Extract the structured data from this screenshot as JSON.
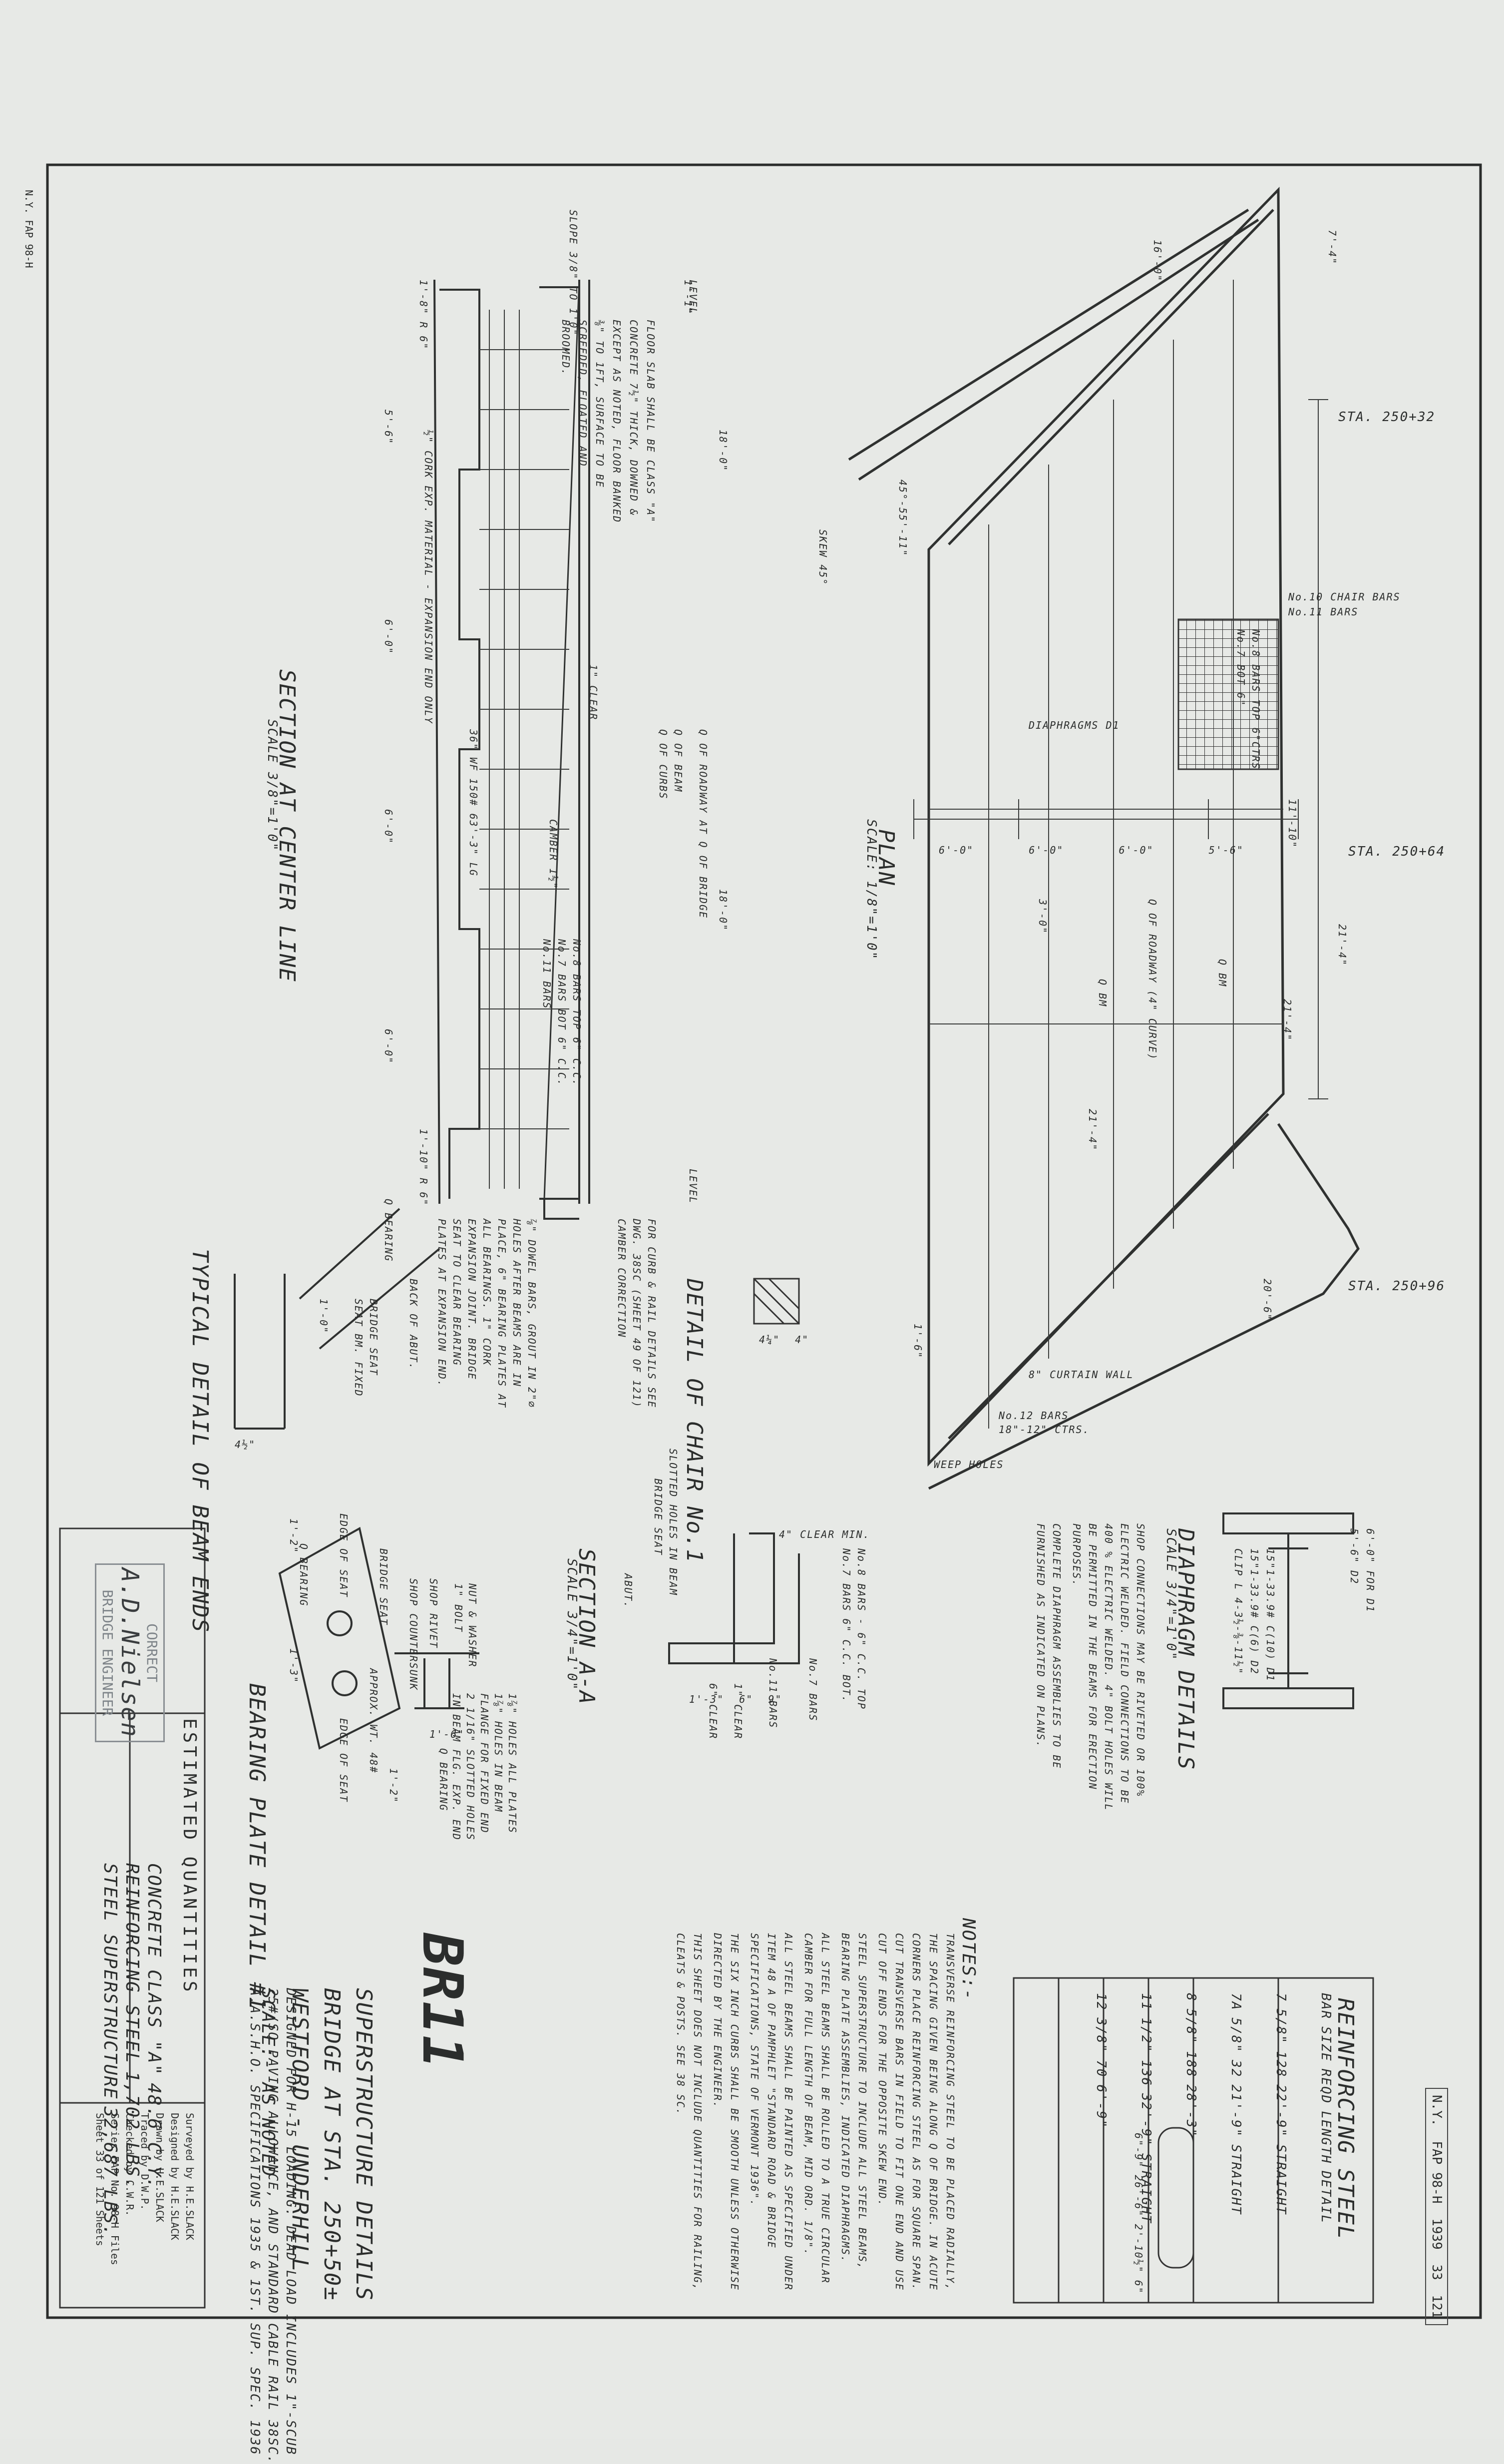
{
  "sheet_stamp": {
    "state": "N.Y.",
    "project_no": "FAP 98-H",
    "fiscal_year": "1939",
    "sheet_no": "33",
    "total_sheets": "121"
  },
  "title_block": {
    "title_lines": [
      "SUPERSTRUCTURE DETAILS",
      "BRIDGE AT STA. 250+50±",
      "WESTFORD - UNDERHILL"
    ],
    "scale": "SCALE:- AS NOTED",
    "design_notes": [
      "DESIGNED FOR H-15 LOADING. DEAD LOAD INCLUDES 1\"-SCUB",
      "25#/SQ PAVING ALLOWANCE, AND STANDARD CABLE RAIL 38SC.",
      "A.A.S.H.O. SPECIFICATIONS 1935 & 1ST. SUP. SPEC. 1936"
    ],
    "handwritten_mark": "BR11",
    "signoffs": [
      {
        "label": "Surveyed by",
        "value": "H.E.SLACK"
      },
      {
        "label": "Designed by",
        "value": "H.E.SLACK"
      },
      {
        "label": "Drawn by",
        "value": "H.E.SLACK"
      },
      {
        "label": "Traced by",
        "value": "D.W.P."
      },
      {
        "label": "Checked by",
        "value": "C.W.R."
      },
      {
        "label": "Series",
        "value": "FAP No. 98-H",
        "extra": "Files"
      },
      {
        "label": "Sheet",
        "value": "33 of 121 Sheets"
      }
    ]
  },
  "approval_stamp": {
    "status": "CORRECT",
    "signature": "A.D.Nielsen",
    "role": "BRIDGE ENGINEER"
  },
  "quantities": {
    "heading": "ESTIMATED QUANTITIES",
    "items": [
      {
        "item": "CONCRETE CLASS \"A\"",
        "qty": "48.6 C.Y."
      },
      {
        "item": "REINFORCING STEEL",
        "qty": "1,702 LBS."
      },
      {
        "item": "STEEL SUPERSTRUCTURE",
        "qty": "32,687 LBS."
      }
    ]
  },
  "reinforcing": {
    "heading": "REINFORCING STEEL",
    "columns": [
      "BAR",
      "SIZE",
      "REQD",
      "LENGTH",
      "DETAIL"
    ],
    "rows": [
      {
        "bar": "7",
        "size": "5/8\"",
        "reqd": "128",
        "length": "22'-9\"",
        "detail": "STRAIGHT"
      },
      {
        "bar": "7A",
        "size": "5/8\"",
        "reqd": "32",
        "length": "21'-9\"",
        "detail": "STRAIGHT"
      },
      {
        "bar": "8",
        "size": "5/8\"",
        "reqd": "188",
        "length": "28'-3\"",
        "detail": ""
      },
      {
        "bar": "11",
        "size": "1/2\"",
        "reqd": "136",
        "length": "32'-9\"",
        "detail": "STRAIGHT"
      },
      {
        "bar": "12",
        "size": "3/8\"",
        "reqd": "70",
        "length": "6'-9\"",
        "detail": ""
      }
    ],
    "detail_dims": [
      "6\"-9\"",
      "26'-6\"",
      "2'-10½\"",
      "6\""
    ]
  },
  "notes": {
    "heading": "NOTES:-",
    "items": [
      "TRANSVERSE REINFORCING STEEL TO BE PLACED RADIALLY, THE SPACING GIVEN BEING ALONG Q OF BRIDGE. IN ACUTE CORNERS PLACE REINFORCING STEEL AS FOR SQUARE SPAN. CUT TRANSVERSE BARS IN FIELD TO FIT ONE END AND USE CUT OFF ENDS FOR THE OPPOSITE SKEW END.",
      "STEEL SUPERSTRUCTURE TO INCLUDE ALL STEEL BEAMS, BEARING PLATE ASSEMBLIES, INDICATED DIAPHRAGMS.",
      "ALL STEEL BEAMS SHALL BE ROLLED TO A TRUE CIRCULAR CAMBER FOR FULL LENGTH OF BEAM, MID ORD. 1/8\".",
      "ALL STEEL BEAMS SHALL BE PAINTED AS SPECIFIED UNDER ITEM 48 A OF PAMPHLET \"STANDARD ROAD & BRIDGE SPECIFICATIONS, STATE OF VERMONT 1936\".",
      "THE SIX INCH CURBS SHALL BE SMOOTH UNLESS OTHERWISE DIRECTED BY THE ENGINEER.",
      "THIS SHEET DOES NOT INCLUDE QUANTITIES FOR RAILING, CLEATS & POSTS. SEE 38 SC."
    ]
  },
  "diaphragm": {
    "heading": "DIAPHRAGM DETAILS",
    "scale": "SCALE 3/4\"=1'0\"",
    "notes": "SHOP CONNECTIONS MAY BE RIVETED OR 100% ELECTRIC WELDED. FIELD CONNECTIONS TO BE 400 % ELECTRIC WELDED. 4\" BOLT HOLES WILL BE PERMITTED IN THE BEAMS FOR ERECTION PURPOSES.",
    "notes2": "COMPLETE DIAPHRAGM ASSEMBLIES TO BE FURNISHED AS INDICATED ON PLANS.",
    "members": [
      "15\"1-33.9# C(10) D1",
      "15\"1-33.9# C(6) D2",
      "CLIP L 4-3½-⅜-11½\""
    ],
    "dims": [
      "6'-0\" FOR D1",
      "5'-6\" D2"
    ]
  },
  "plan": {
    "heading": "PLAN",
    "scale": "SCALE: 1/8\"=1'0\"",
    "stations": [
      "STA. 250+32",
      "STA. 250+64",
      "STA. 250+96"
    ],
    "labels": [
      "DIAPHRAGMS D1",
      "No.10 CHAIR BARS",
      "No.11 BARS",
      "No.8 BARS TOP 6\"CTRS",
      "No.7 BOT 6\"",
      "Q OF ROADWAY (4\" CURVE)",
      "Q BM",
      "Q BM",
      "SKEW 45°",
      "45°-55'-11\"",
      "WEEP HOLES",
      "8\" CURTAIN WALL",
      "No.12 BARS",
      "18\"-12\" CTRS."
    ],
    "dims": [
      "6'-0\"",
      "6'-0\"",
      "6'-0\"",
      "5'-6\"",
      "3'-0\"",
      "21'-4\"",
      "21'-4\"",
      "11'-10\"",
      "7'-4\"",
      "1'-6\"",
      "21'-4\"",
      "20'-6\"",
      "16'-0\""
    ]
  },
  "section_center": {
    "heading": "SECTION AT CENTER LINE",
    "scale": "SCALE 3/8\"=1'0\"",
    "notes": [
      "FLOOR SLAB SHALL BE CLASS \"A\" CONCRETE 7½\" THICK, DOWNED & EXCEPT AS NOTED, FLOOR BANKED ⅜\" TO 1FT, SURFACE TO BE SCREEDED, FLOATED AND BROOMED.",
      "½\" CORK EXP. MATERIAL - EXPANSION END ONLY",
      "No.8 BARS TOP 6\" C.C.",
      "No.7 BARS BOT 6\" C.C.",
      "No.11 BARS",
      "36\" WF 150# 63'-3\" LG",
      "CAMBER 1½\"",
      "1\" CLEAR",
      "Q OF BEAM",
      "Q OF CURBS",
      "Q OF ROADWAY AT Q OF BRIDGE",
      "SLOPE 3/8\" TO 1'0\"",
      "LEVEL",
      "LEVEL"
    ],
    "dims": [
      "1'-1\"",
      "18'-0\"",
      "18'-0\"",
      "5'-6\"",
      "6'-0\"",
      "6'-0\"",
      "6'-0\"",
      "1'-8\" R 6\"",
      "1'-10\" R 6\""
    ]
  },
  "section_aa": {
    "heading": "SECTION A-A",
    "scale": "SCALE 3/4\"=1'0\"",
    "labels": [
      "No.8 BARS - 6\" C.C. TOP",
      "No.7 BARS 6\" C.C. BOT.",
      "No.11 BARS",
      "No.7 BARS",
      "4\" CLEAR MIN.",
      "ABUT.",
      "BRIDGE SEAT",
      "SLOTTED HOLES IN BEAM",
      "1\" CLEAR",
      "6\" CLEAR"
    ],
    "dims": [
      "1'-3\"",
      "6\"",
      "9\""
    ]
  },
  "chair": {
    "heading": "DETAIL OF CHAIR No.1",
    "dims": [
      "4¼\"",
      "4\""
    ],
    "note": "FOR CURB & RAIL DETAILS SEE DWG. 38SC (SHEET 49 OF 121)",
    "note2": "CAMBER CORRECTION"
  },
  "beam_ends": {
    "heading": "TYPICAL DETAIL OF BEAM ENDS",
    "labels": [
      "Q BEARING",
      "BRIDGE SEAT",
      "SEAT BM. FIXED",
      "BACK OF ABUT."
    ],
    "dims": [
      "1'-0\"",
      "4½\""
    ]
  },
  "bearing_plate": {
    "heading": "BEARING PLATE DETAIL #1",
    "labels": [
      "1⅞\" HOLES ALL PLATES",
      "1⅞\" HOLES IN BEAM FLANGE FOR FIXED END",
      "2 1/16\" SLOTTED HOLES IN BEAM FLG. EXP. END",
      "NUT & WASHER",
      "1\" BOLT",
      "SHOP RIVET",
      "SHOP COUNTERSUNK",
      "BRIDGE SEAT",
      "Q BEARING",
      "Q BEARING",
      "APPROX. WT. 48#",
      "EDGE OF SEAT",
      "EDGE OF SEAT"
    ],
    "dims": [
      "1'-2\"",
      "1'-6\"",
      "1'-3\"",
      "1'-2\""
    ]
  },
  "anchor_note": "⅞\" DOWEL BARS, GROUT IN 2\"⌀ HOLES AFTER BEAMS ARE IN PLACE, 6\" BEARING PLATES AT ALL BEARINGS. 1\" CORK EXPANSION JOINT. BRIDGE SEAT TO CLEAR BEARING PLATES AT EXPANSION END."
}
